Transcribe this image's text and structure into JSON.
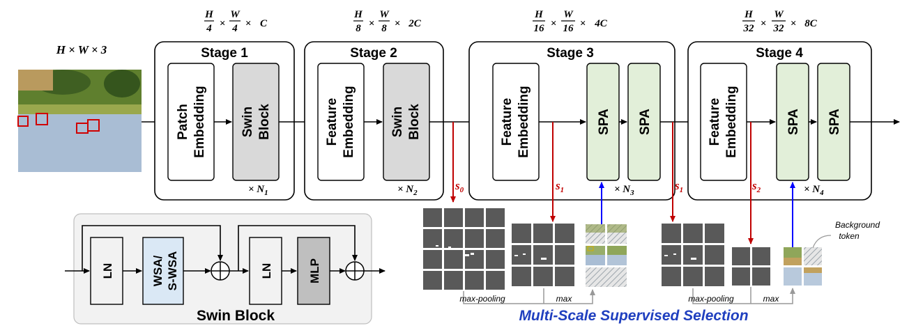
{
  "input": {
    "dim_text": "H × W × 3"
  },
  "stages": [
    {
      "title": "Stage 1",
      "dims": [
        "H",
        "4",
        "W",
        "4",
        "C"
      ],
      "n_sym": "× N",
      "n_sub": "1",
      "block_a": [
        "Patch",
        "Embedding"
      ],
      "block_b": [
        "Swin",
        "Block"
      ]
    },
    {
      "title": "Stage 2",
      "dims": [
        "H",
        "8",
        "W",
        "8",
        "2C"
      ],
      "n_sym": "× N",
      "n_sub": "2",
      "block_a": [
        "Feature",
        "Embedding"
      ],
      "block_b": [
        "Swin",
        "Block"
      ]
    },
    {
      "title": "Stage 3",
      "dims": [
        "H",
        "16",
        "W",
        "16",
        "4C"
      ],
      "n_sym": "× N",
      "n_sub": "3",
      "block_a": [
        "Feature",
        "Embedding"
      ],
      "block_b": [
        "SPA"
      ],
      "block_c": [
        "SPA"
      ]
    },
    {
      "title": "Stage 4",
      "dims": [
        "H",
        "32",
        "W",
        "32",
        "8C"
      ],
      "n_sym": "× N",
      "n_sub": "4",
      "block_a": [
        "Feature",
        "Embedding"
      ],
      "block_b": [
        "SPA"
      ],
      "block_c": [
        "SPA"
      ]
    }
  ],
  "scores": {
    "s0": "s",
    "s0_sub": "0",
    "s1": "s",
    "s1_sub": "1",
    "s2": "s",
    "s2_sub": "2"
  },
  "swin_block": {
    "title": "Swin Block",
    "ln": "LN",
    "wsa": [
      "WSA/",
      "S-WSA"
    ],
    "mlp": "MLP"
  },
  "selection": {
    "caption": "Multi-Scale Supervised Selection",
    "maxpool_label": "max-pooling",
    "max_label": "max",
    "bg_label": [
      "Background",
      "token"
    ]
  },
  "colors": {
    "red": "#c00000",
    "blue": "#0000ff",
    "gray_block": "#d9d9d9",
    "green_block": "#e2efd9",
    "wsa_blue": "#dae8f5",
    "mlp_gray": "#bfbfbf",
    "caption_blue": "#1f3fbf"
  }
}
